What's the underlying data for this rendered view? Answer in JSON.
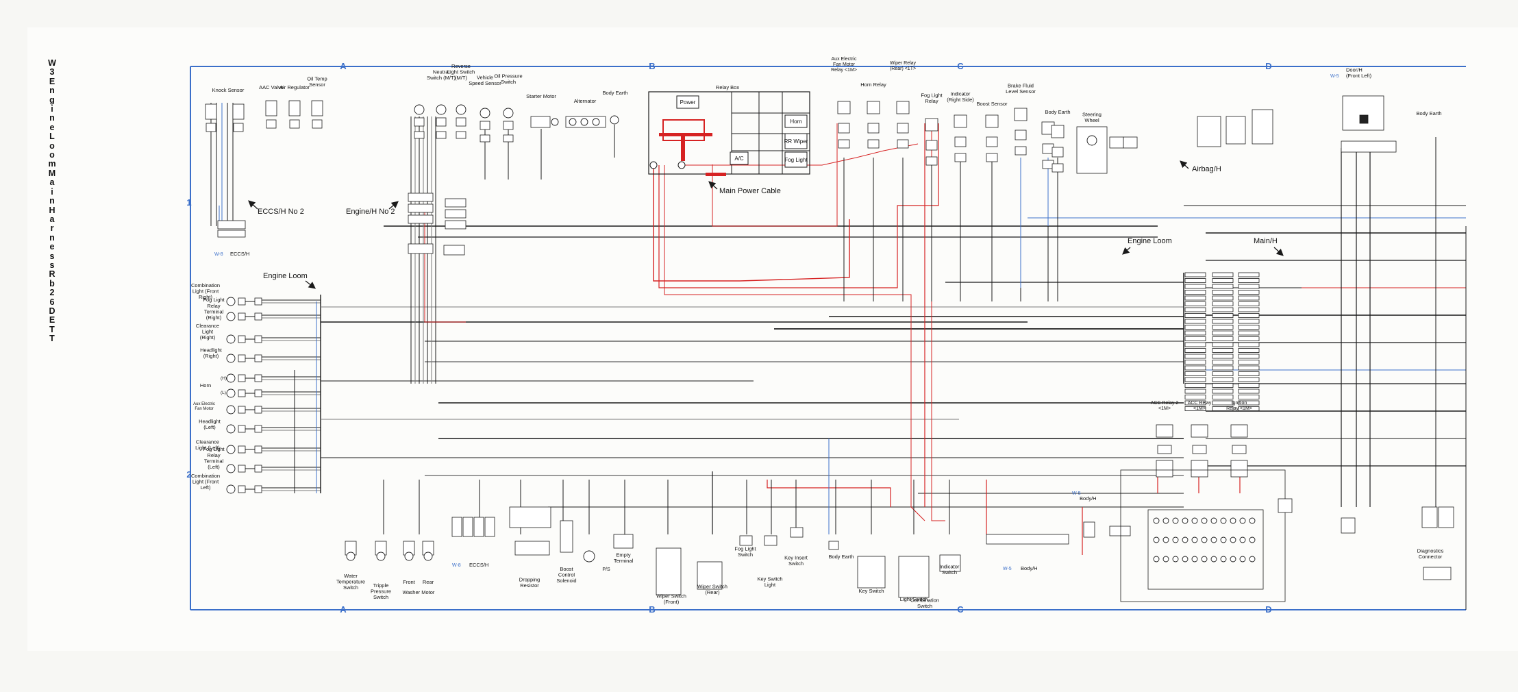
{
  "page_title": "W3 Engine Loom Main Harness Rb26DETT",
  "grid": {
    "columns": [
      "A",
      "B",
      "C",
      "D"
    ],
    "rows": [
      "1",
      "2"
    ]
  },
  "colors": {
    "frame": "#3b6fc9",
    "wire_black": "#1a1a1a",
    "wire_red": "#d62222",
    "wire_blue": "#3b6fc9",
    "wire_gray": "#7a7a7a"
  },
  "labels": {
    "knock_sensor": "Knock Sensor",
    "aac_valve": "AAC Valve",
    "air_regulator": "Air Regulator",
    "oil_temp_sensor": "Oil Temp Sensor",
    "eccs_h_no2": "ECCS/H No 2",
    "eccs_h_top": "ECCS/H",
    "eccs_h_top_ref": "W-8",
    "engine_h_no2": "Engine/H No 2",
    "neutral_switch": "Neutral Switch (M/T)",
    "reverse_light_switch": "Reverse Light Switch (M/T)",
    "vehicle_speed_sensor": "Vehicle Speed Sensor",
    "oil_pressure_switch": "Oil Pressure Switch",
    "starter_motor": "Starter Motor",
    "alternator": "Alternator",
    "body_earth_1": "Body Earth",
    "relay_box": "Relay Box",
    "relay_power": "Power",
    "relay_horn": "Horn",
    "relay_rr_wiper": "RR Wiper",
    "relay_ac": "A/C",
    "relay_fog_light": "Fog Light",
    "main_power_cable": "Main Power Cable",
    "aux_fan_motor_relay": "Aux Electric Fan Motor Relay <1M>",
    "horn_relay": "Horn Relay",
    "wiper_relay_rear": "Wiper Relay (Rear) <1T>",
    "fog_light_relay": "Fog Light Relay",
    "indicator_right_side": "Indicator (Right Side)",
    "boost_sensor": "Boost Sensor",
    "brake_fluid_level_sensor": "Brake Fluid Level Sensor",
    "body_earth_2": "Body Earth",
    "steering_wheel": "Steering Wheel",
    "airbag_h": "Airbag/H",
    "door_h_front_left": "Door/H (Front Left)",
    "door_h_ref": "W-5",
    "body_earth_3": "Body Earth",
    "engine_loom_left": "Engine Loom",
    "engine_loom_right": "Engine Loom",
    "main_h": "Main/H",
    "combination_light_front_right": "Combination Light (Front Right)",
    "fog_light_relay_terminal_right": "Fog Light Relay Terminal (Right)",
    "clearance_light_right": "Clearance Light (Right)",
    "headlight_right": "Headlight (Right)",
    "horn": "Horn",
    "horn_h": "(H)",
    "horn_l": "(L)",
    "aux_electric_fan_motor": "Aux Electric Fan Motor",
    "headlight_left": "Headlight (Left)",
    "clearance_light_left": "Clearance Light (Left)",
    "fog_light_relay_terminal_left": "Fog Light Relay Terminal (Left)",
    "combination_light_front_left": "Combination Light (Front Left)",
    "water_temperature_switch": "Water Temperature Switch",
    "tripple_pressure_switch": "Tripple Pressure Switch",
    "washer_front": "Front",
    "washer_rear": "Rear",
    "washer_motor": "Washer Motor",
    "eccs_h_bottom": "ECCS/H",
    "eccs_h_bottom_ref": "W-8",
    "dropping_resistor": "Dropping Resistor",
    "boost_control_solenoid": "Boost Control Solenoid",
    "ps": "P/S",
    "empty_terminal": "Empty Terminal",
    "wiper_switch_front": "Wiper Switch (Front)",
    "wiper_switch_rear": "Wiper Switch (Rear)",
    "fog_light_switch": "Fog Light Switch",
    "key_switch_light": "Key Switch Light",
    "key_insert_switch": "Key Insert Switch",
    "body_earth_4": "Body Earth",
    "key_switch": "Key Switch",
    "light_switch": "Light Switch",
    "combination_switch": "Combination Switch",
    "indicator_switch": "Indicator Switch",
    "body_h_1": "Body/H",
    "body_h_1_ref": "W-5",
    "body_h_2": "Body/H",
    "body_h_2_ref": "W-5",
    "acc_relay_2": "ACC Relay 2 <1M>",
    "acc_relay": "ACC Relay <1M>",
    "ignition_relay": "Ignition Relay <1M>",
    "diagnostics_connector": "Diagnostics Connector"
  }
}
